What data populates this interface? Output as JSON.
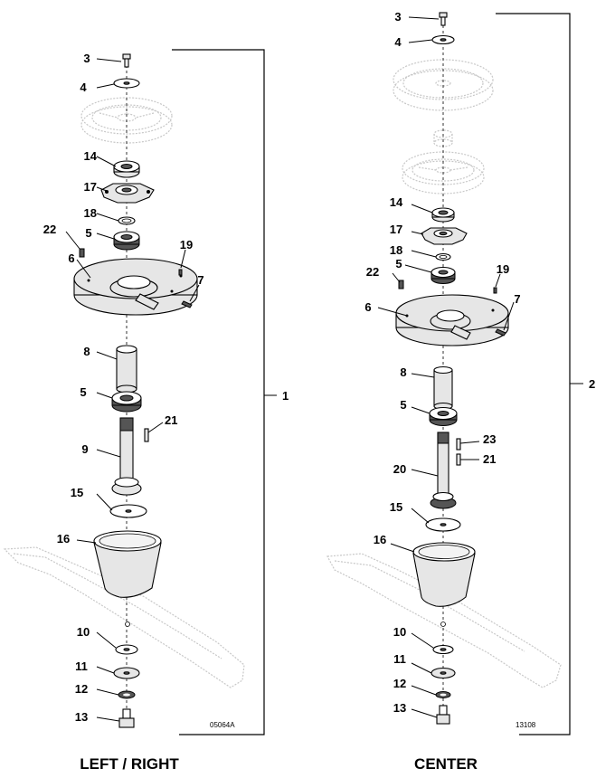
{
  "left_assembly": {
    "caption": "LEFT / RIGHT",
    "drawing_number": "05064A",
    "assembly_ref": "1",
    "callouts": {
      "c3": "3",
      "c4": "4",
      "c14": "14",
      "c17": "17",
      "c18": "18",
      "c22": "22",
      "c5a": "5",
      "c19": "19",
      "c6": "6",
      "c7": "7",
      "c8": "8",
      "c5b": "5",
      "c21": "21",
      "c9": "9",
      "c15": "15",
      "c16": "16",
      "c10": "10",
      "c11": "11",
      "c12": "12",
      "c13": "13"
    }
  },
  "center_assembly": {
    "caption": "CENTER",
    "drawing_number": "13108",
    "assembly_ref": "2",
    "callouts": {
      "c3": "3",
      "c4": "4",
      "c14": "14",
      "c17": "17",
      "c18": "18",
      "c5a": "5",
      "c22": "22",
      "c19": "19",
      "c7": "7",
      "c6": "6",
      "c8": "8",
      "c5b": "5",
      "c23": "23",
      "c21": "21",
      "c20": "20",
      "c15": "15",
      "c16": "16",
      "c10": "10",
      "c11": "11",
      "c12": "12",
      "c13": "13"
    }
  },
  "colors": {
    "ink": "#000000",
    "ghost": "#c8c8c8",
    "part_fill": "#e6e6e6"
  }
}
